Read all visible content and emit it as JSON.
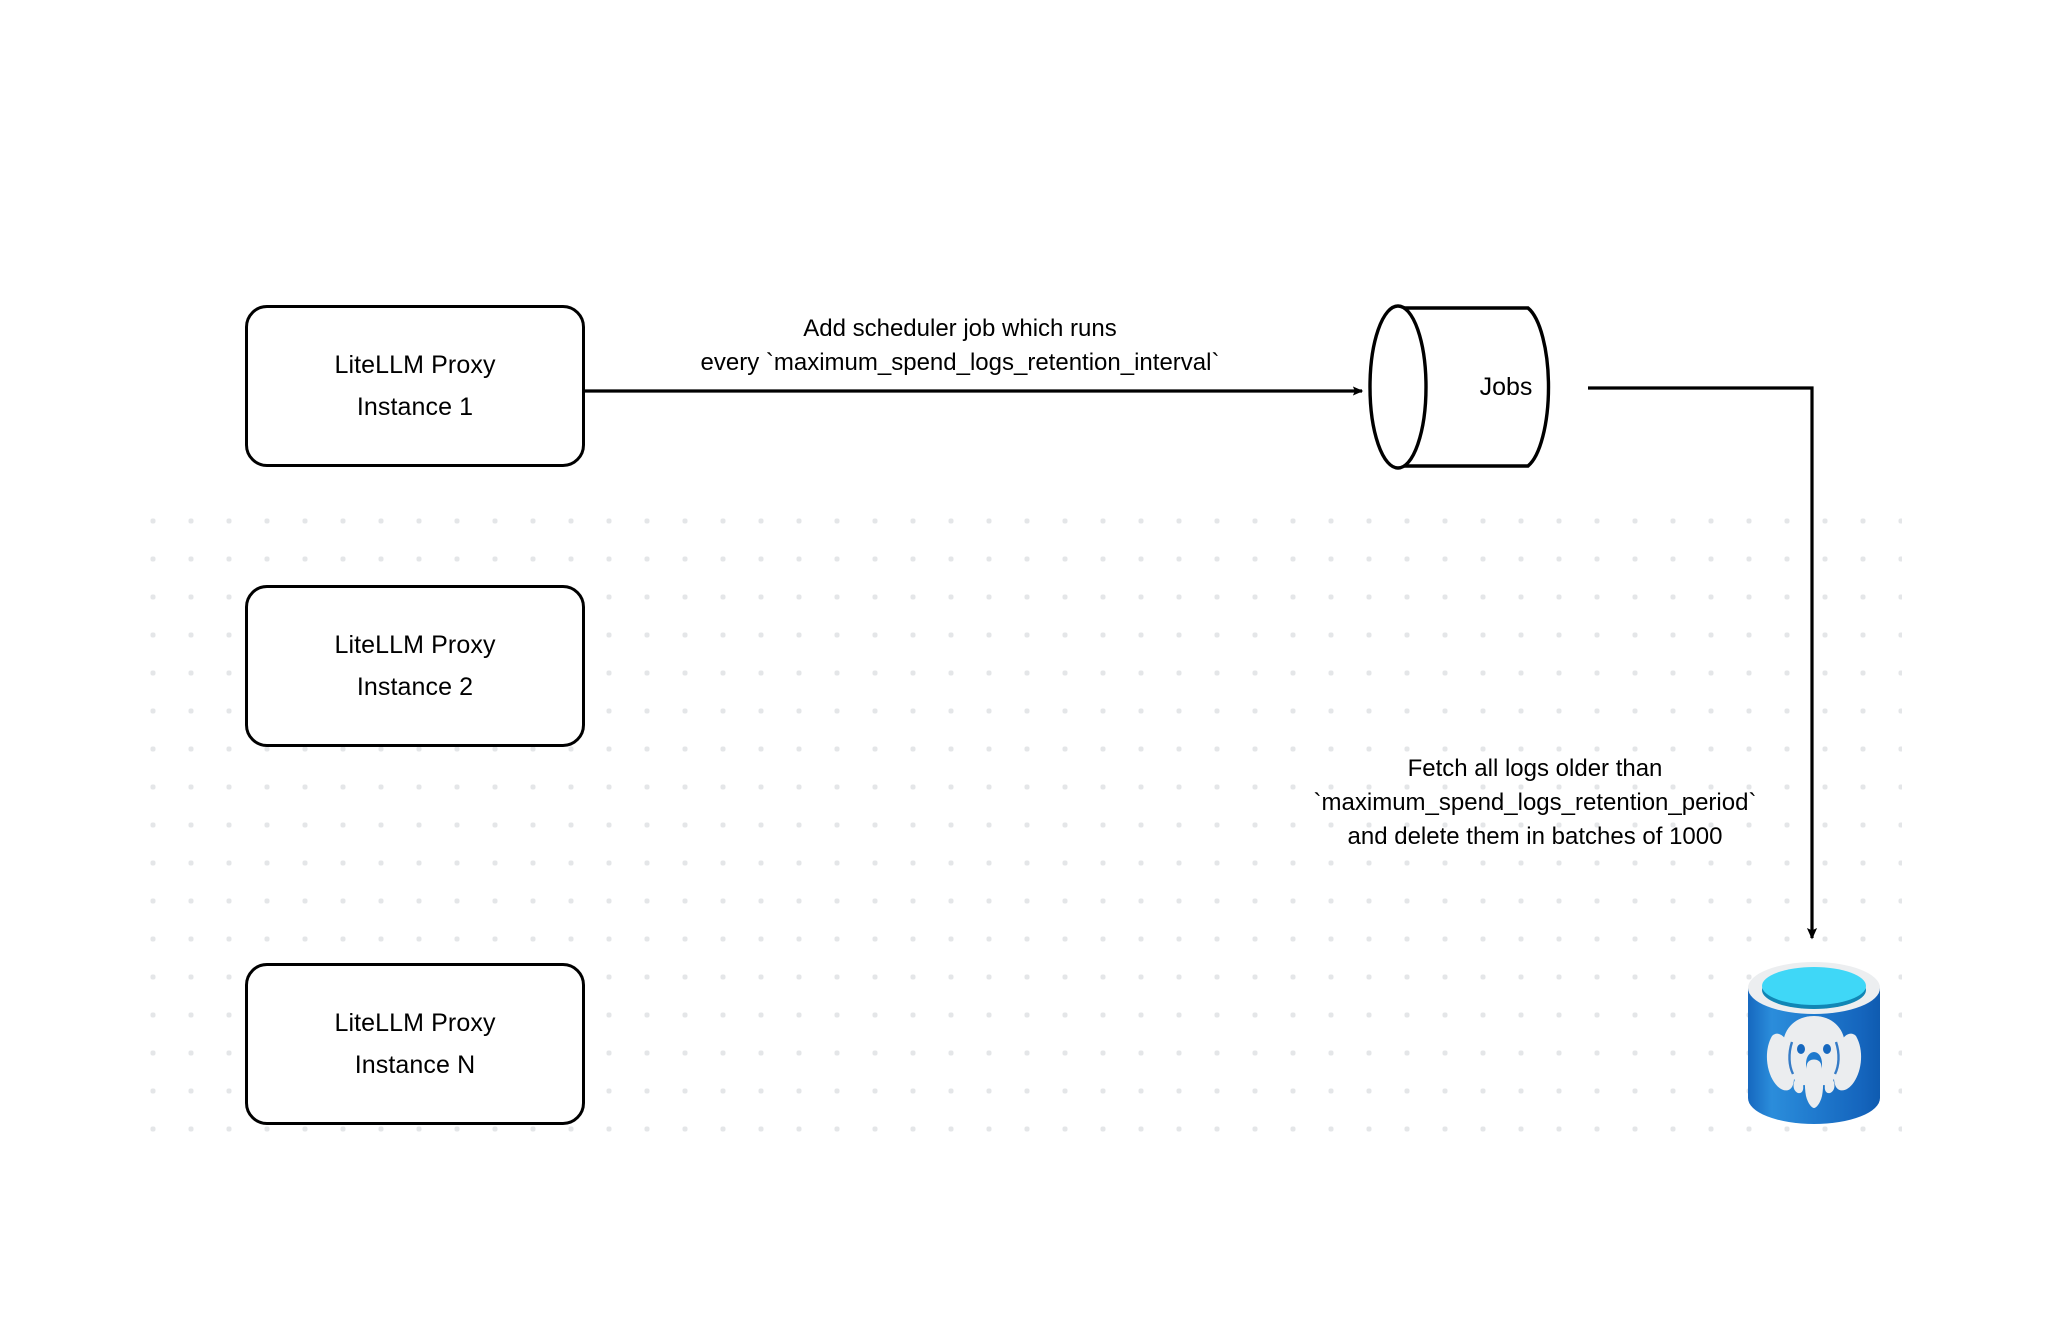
{
  "diagram": {
    "title": "LiteLLM spend logs retention scheduler flow",
    "background": {
      "color": "#ffffff",
      "grid": "dot-grid",
      "grid_color": "#e4e6e8"
    },
    "nodes": [
      {
        "id": "instance-1",
        "shape": "rounded-rectangle",
        "label": "LiteLLM Proxy\nInstance 1",
        "stroke": "#000000",
        "fill": "#ffffff"
      },
      {
        "id": "instance-2",
        "shape": "rounded-rectangle",
        "label": "LiteLLM Proxy\nInstance 2",
        "stroke": "#000000",
        "fill": "#ffffff"
      },
      {
        "id": "instance-n",
        "shape": "rounded-rectangle",
        "label": "LiteLLM Proxy\nInstance N",
        "stroke": "#000000",
        "fill": "#ffffff"
      },
      {
        "id": "jobs",
        "shape": "cylinder",
        "label": "Jobs",
        "stroke": "#000000",
        "fill": "#ffffff"
      },
      {
        "id": "postgres",
        "shape": "database-icon",
        "label": "postgresql-database-icon",
        "colors": {
          "body": "#1a6fc4",
          "body_light": "#2d8fdd",
          "liquid": "#3fd7f7",
          "liquid_shadow": "#1186b5",
          "rim": "#eceef0",
          "elephant": "#ebedef"
        }
      }
    ],
    "edges": [
      {
        "id": "instance1-to-jobs",
        "from": "instance-1",
        "to": "jobs",
        "label_line1": "Add scheduler job which runs",
        "label_line2": "every `maximum_spend_logs_retention_interval`",
        "arrowhead": "filled-triangle"
      },
      {
        "id": "jobs-to-postgres",
        "from": "jobs",
        "to": "postgres",
        "label_line1": "Fetch all logs older than",
        "label_line2": "`maximum_spend_logs_retention_period`",
        "label_line3": "and delete them in batches of 1000",
        "arrowhead": "filled-triangle"
      }
    ]
  }
}
